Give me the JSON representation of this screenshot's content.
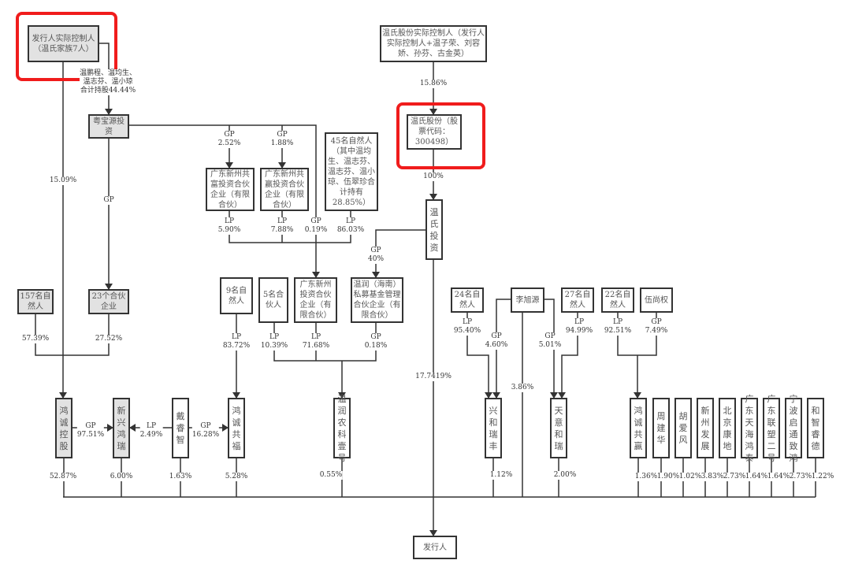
{
  "colors": {
    "highlight": "#f01c1c",
    "box_fill_gray": "#e2e2e2",
    "line": "#333333"
  },
  "nodes": {
    "actual_controller": "发行人实际控制人（温氏家族7人）",
    "yuebaoyuan": "粤宝源投资",
    "wens_controller": "温氏股份实际控制人（发行人实际控制人+温子荣、刘容娇、孙芬、古金英）",
    "wens_shares": "温氏股份（股票代码：300498）",
    "wens_invest": "温氏投资",
    "gongfu_partnership": "广东新州共富投资合伙企业（有限合伙）",
    "gongying_partnership": "广东新州共赢投资合伙企业（有限合伙）",
    "people45": "45名自然人（其中温均生、温志芬、温志芬、温小琼、伍翠珍合计持有28.85%）",
    "people157": "157名自然人",
    "partners23": "23个合伙企业",
    "people9": "9名自然人",
    "partners5": "5名合伙人",
    "xinzhou_invest": "广东新州投资合伙企业（有限合伙）",
    "wenrun_hainan": "温润（海南）私募基金管理合伙企业（有限合伙）",
    "people24": "24名自然人",
    "li_xuyuan": "李旭源",
    "people27": "27名自然人",
    "people22": "22名自然人",
    "wu_shangquan": "伍尚权",
    "hongcheng_holding": "鸿诚控股",
    "xinxing_hongrui": "新兴鸿瑞",
    "dai_ruizhi": "戴睿智",
    "hongcheng_gongfu": "鸿诚共福",
    "wenrun_agri1": "温润农科壹号",
    "xinghe_ruifeng": "兴和瑞丰",
    "tianyi_herui": "天意和瑞",
    "hongcheng_gongying": "鸿诚共赢",
    "zhou_jianhua": "周建华",
    "hu_aifeng": "胡爱风",
    "xinzhou_dev": "新州发展",
    "beijing_kangdi": "北京康地",
    "gd_tianhai_hongtai": "广东天海鸿泰",
    "gd_liansu2": "广东联塑二号",
    "ningbo_qitong": "宁波启通致鸿",
    "hezhi_ruide": "和智睿德",
    "issuer": "发行人"
  },
  "labels": {
    "family_holding": "温鹏程、温均生、\n温志芬、温小琼\n合计持股44.44%",
    "ac_to_hc": "15.09%",
    "ybY_gp": "GP",
    "gongfu_gp": "GP\n2.52%",
    "gongying_gp": "GP\n1.88%",
    "gongfu_lp": "LP\n5.90%",
    "gongying_lp": "LP\n7.88%",
    "ybY_xz_gp": "GP\n0.19%",
    "people45_lp": "LP\n86.03%",
    "wc_to_ws": "15.86%",
    "ws_to_wi": "100%",
    "wi_gp": "GP\n40%",
    "wi_to_issuer": "17.7419%",
    "p157": "57.39%",
    "p23": "27.52%",
    "p9_lp": "LP\n83.72%",
    "p5_lp": "LP\n10.39%",
    "xz_lp": "LP\n71.68%",
    "wr_gp": "GP\n0.18%",
    "hc_xx_gp": "GP\n97.51%",
    "dai_xx_lp": "LP\n2.49%",
    "dai_gf_gp": "GP\n16.28%",
    "p24_lp": "LP\n95.40%",
    "li_gp1": "GP\n4.60%",
    "li_gp2": "GP\n5.01%",
    "p27_lp": "LP\n94.99%",
    "li_issuer": "3.86%",
    "p22_lp": "LP\n92.51%",
    "wu_gp": "GP\n7.49%",
    "s_hc": "52.87%",
    "s_xx": "6.00%",
    "s_dai": "1.63%",
    "s_gf": "5.28%",
    "s_wr": "0.55%",
    "s_xh": "1.12%",
    "s_ty": "2.00%",
    "s_gy": "1.36%",
    "s_zjh": "1.90%",
    "s_haf": "1.02%",
    "s_xzd": "3.83%",
    "s_bjkd": "2.73%",
    "s_th": "1.64%",
    "s_ls": "1.64%",
    "s_nb": "2.73%",
    "s_hz": "1.22%"
  }
}
